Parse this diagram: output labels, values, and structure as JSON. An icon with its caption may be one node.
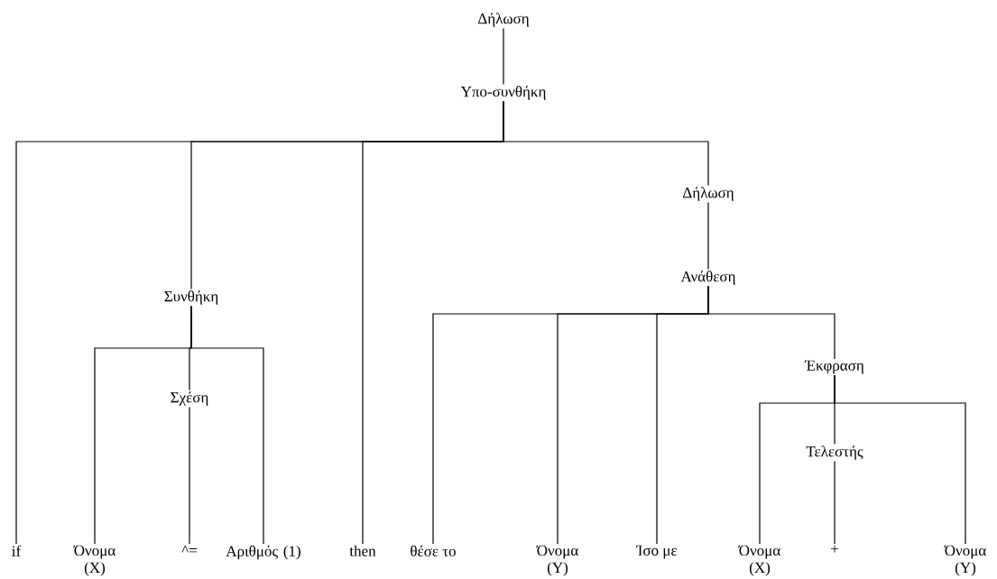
{
  "diagram": {
    "nodes": [
      {
        "text": [
          "Δήλωση"
        ]
      },
      {
        "text": [
          "Υπο-συνθήκη"
        ]
      },
      {
        "text": [
          "if"
        ]
      },
      {
        "text": [
          "Συνθήκη"
        ]
      },
      {
        "text": [
          "Όνομα (X)"
        ]
      },
      {
        "text": [
          "Σχέση"
        ]
      },
      {
        "text": [
          "^="
        ]
      },
      {
        "text": [
          "Αριθμός (1)"
        ]
      },
      {
        "text": [
          "then"
        ]
      },
      {
        "text": [
          "Δήλωση"
        ]
      },
      {
        "text": [
          "Ανάθεση"
        ]
      },
      {
        "text": [
          "θέσε το"
        ]
      },
      {
        "text": [
          "Όνομα (Y)"
        ]
      },
      {
        "text": [
          "Ίσο με"
        ]
      },
      {
        "text": [
          "Έκφραση"
        ]
      },
      {
        "text": [
          "Τελεστής"
        ]
      },
      {
        "text": [
          "Όνομα (X)"
        ]
      },
      {
        "text": [
          "+"
        ]
      },
      {
        "text": [
          "Όνομα (Y)"
        ]
      }
    ],
    "edges": [
      {
        "from": 0,
        "to": 1,
        "arrow": "none"
      },
      {
        "from": 1,
        "to": 2,
        "arrow": "none"
      },
      {
        "from": 1,
        "to": 3,
        "arrow": "none"
      },
      {
        "from": 1,
        "to": 8,
        "arrow": "none"
      },
      {
        "from": 1,
        "to": 9,
        "arrow": "none"
      },
      {
        "from": 3,
        "to": 4,
        "arrow": "none"
      },
      {
        "from": 3,
        "to": 5,
        "arrow": "none"
      },
      {
        "from": 3,
        "to": 7,
        "arrow": "none"
      },
      {
        "from": 5,
        "to": 6,
        "arrow": "none"
      },
      {
        "from": 9,
        "to": 10,
        "arrow": "none"
      },
      {
        "from": 10,
        "to": 11,
        "arrow": "none"
      },
      {
        "from": 10,
        "to": 12,
        "arrow": "none"
      },
      {
        "from": 10,
        "to": 13,
        "arrow": "none"
      },
      {
        "from": 10,
        "to": 14,
        "arrow": "none"
      },
      {
        "from": 14,
        "to": 16,
        "arrow": "none"
      },
      {
        "from": 14,
        "to": 15,
        "arrow": "none"
      },
      {
        "from": 14,
        "to": 18,
        "arrow": "none"
      },
      {
        "from": 15,
        "to": 17,
        "arrow": "none"
      }
    ]
  }
}
